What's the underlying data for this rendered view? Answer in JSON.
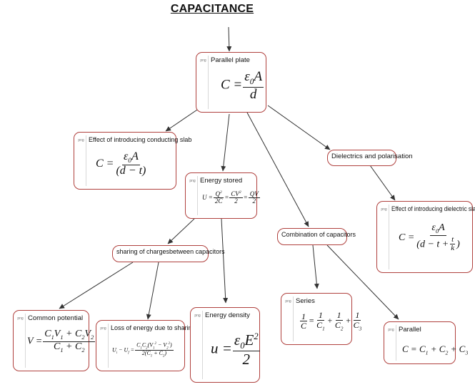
{
  "title": "CAPACITANCE",
  "png_tag": "png",
  "nodes": {
    "parallel_plate": {
      "label": "Parallel plate"
    },
    "conducting_slab": {
      "label": "Effect of introducing conducting slab"
    },
    "energy_stored": {
      "label": "Energy stored"
    },
    "dielectrics": {
      "label": "Dielectrics and polarisation"
    },
    "dielectric_slab": {
      "label": "Effect of introducing dielectric slab"
    },
    "sharing": {
      "label": "sharing of chargesbetween capacitors"
    },
    "combination": {
      "label": "Combination of capacitors"
    },
    "common_potential": {
      "label": "Common potential"
    },
    "loss_energy": {
      "label": "Loss of energy  due to sharing"
    },
    "energy_density": {
      "label": "Energy density"
    },
    "series": {
      "label": "Series"
    },
    "parallel": {
      "label": "Parallel"
    }
  },
  "colors": {
    "border": "#b0413e",
    "arrow": "#333333"
  }
}
